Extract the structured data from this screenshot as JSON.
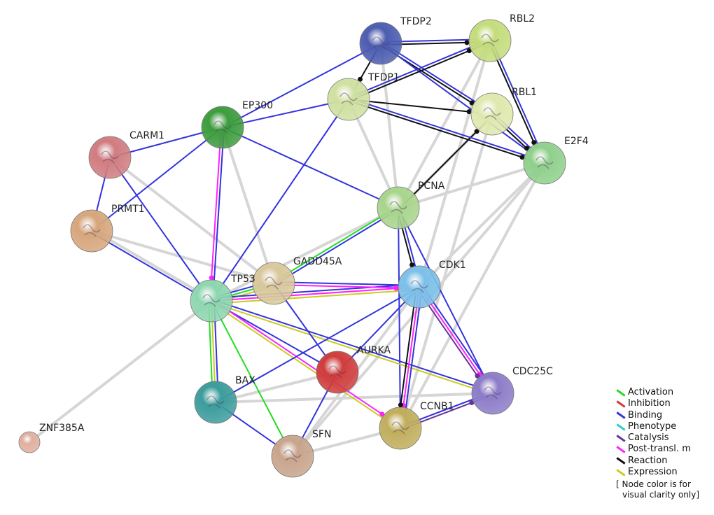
{
  "nodes": [
    {
      "id": "TFDP2",
      "color": "#4c5cb0"
    },
    {
      "id": "RBL2",
      "color": "#c4dc7c"
    },
    {
      "id": "TFDP1",
      "color": "#cfe0a0"
    },
    {
      "id": "RBL1",
      "color": "#dfe8ae"
    },
    {
      "id": "EP300",
      "color": "#3d9c3d"
    },
    {
      "id": "E2F4",
      "color": "#8fd08c"
    },
    {
      "id": "CARM1",
      "color": "#d07c80"
    },
    {
      "id": "PCNA",
      "color": "#a8d48c"
    },
    {
      "id": "PRMT1",
      "color": "#d6a67c"
    },
    {
      "id": "GADD45A",
      "color": "#d8c89c"
    },
    {
      "id": "TP53",
      "color": "#8ed6b0"
    },
    {
      "id": "CDK1",
      "color": "#7cc0e8"
    },
    {
      "id": "AURKA",
      "color": "#d03c3c"
    },
    {
      "id": "CDC25C",
      "color": "#8c7cc8"
    },
    {
      "id": "BAX",
      "color": "#3c9c9c"
    },
    {
      "id": "CCNB1",
      "color": "#c0ae5c"
    },
    {
      "id": "SFN",
      "color": "#c8a48c"
    },
    {
      "id": "ZNF385A",
      "color": "#e0b0a0"
    }
  ],
  "edge_colors": {
    "activation": "#22dd22",
    "inhibition": "#dd3333",
    "binding": "#3333dd",
    "phenotype": "#33cccc",
    "catalysis": "#663399",
    "posttransl": "#ff22ff",
    "reaction": "#111111",
    "expression": "#cccc22",
    "textmining": "#d6d6d6"
  },
  "edges": [
    [
      "ZNF385A",
      "TP53",
      "textmining"
    ],
    [
      "TP53",
      "PCNA",
      "textmining"
    ],
    [
      "PCNA",
      "TFDP2",
      "textmining"
    ],
    [
      "PCNA",
      "RBL2",
      "textmining"
    ],
    [
      "PCNA",
      "E2F4",
      "textmining"
    ],
    [
      "CARM1",
      "GADD45A",
      "textmining"
    ],
    [
      "PRMT1",
      "GADD45A",
      "textmining"
    ],
    [
      "EP300",
      "GADD45A",
      "textmining"
    ],
    [
      "SFN",
      "CCNB1",
      "textmining"
    ],
    [
      "SFN",
      "CDK1",
      "textmining"
    ],
    [
      "E2F4",
      "CCNB1",
      "textmining"
    ],
    [
      "E2F4",
      "CDK1",
      "textmining"
    ],
    [
      "RBL2",
      "CDK1",
      "textmining"
    ],
    [
      "BAX",
      "CDC25C",
      "textmining"
    ],
    [
      "BAX",
      "AURKA",
      "textmining"
    ],
    [
      "TFDP1",
      "PCNA",
      "textmining"
    ],
    [
      "RBL1",
      "PCNA",
      "textmining"
    ],
    [
      "PRMT1",
      "TP53",
      "textmining"
    ],
    [
      "E2F4",
      "SFN",
      "textmining"
    ],
    [
      "RBL1",
      "CCNB1",
      "textmining"
    ],
    [
      "TFDP2",
      "RBL2",
      "binding"
    ],
    [
      "TFDP2",
      "RBL2",
      "reaction"
    ],
    [
      "TFDP2",
      "RBL1",
      "binding"
    ],
    [
      "TFDP2",
      "RBL1",
      "reaction"
    ],
    [
      "TFDP2",
      "E2F4",
      "binding"
    ],
    [
      "TFDP2",
      "EP300",
      "binding"
    ],
    [
      "TFDP2",
      "TFDP1",
      "reaction"
    ],
    [
      "TFDP1",
      "RBL2",
      "binding"
    ],
    [
      "TFDP1",
      "RBL2",
      "reaction"
    ],
    [
      "TFDP1",
      "RBL1",
      "reaction"
    ],
    [
      "TFDP1",
      "E2F4",
      "binding"
    ],
    [
      "TFDP1",
      "E2F4",
      "reaction"
    ],
    [
      "TFDP1",
      "EP300",
      "binding"
    ],
    [
      "TFDP1",
      "TP53",
      "binding"
    ],
    [
      "RBL2",
      "E2F4",
      "binding"
    ],
    [
      "RBL2",
      "E2F4",
      "reaction"
    ],
    [
      "RBL1",
      "E2F4",
      "binding"
    ],
    [
      "RBL1",
      "E2F4",
      "reaction"
    ],
    [
      "PCNA",
      "RBL1",
      "reaction"
    ],
    [
      "EP300",
      "CARM1",
      "binding"
    ],
    [
      "EP300",
      "PRMT1",
      "binding"
    ],
    [
      "EP300",
      "TP53",
      "binding"
    ],
    [
      "EP300",
      "TP53",
      "posttransl"
    ],
    [
      "EP300",
      "PCNA",
      "binding"
    ],
    [
      "CARM1",
      "PRMT1",
      "binding"
    ],
    [
      "CARM1",
      "TP53",
      "binding"
    ],
    [
      "PRMT1",
      "TP53",
      "binding"
    ],
    [
      "PCNA",
      "CDK1",
      "binding"
    ],
    [
      "PCNA",
      "CDK1",
      "reaction"
    ],
    [
      "PCNA",
      "CCNB1",
      "binding"
    ],
    [
      "PCNA",
      "CDC25C",
      "binding"
    ],
    [
      "TP53",
      "GADD45A",
      "binding"
    ],
    [
      "TP53",
      "GADD45A",
      "activation"
    ],
    [
      "TP53",
      "GADD45A",
      "expression"
    ],
    [
      "TP53",
      "CDK1",
      "binding"
    ],
    [
      "TP53",
      "CDK1",
      "posttransl"
    ],
    [
      "TP53",
      "CDK1",
      "expression"
    ],
    [
      "TP53",
      "AURKA",
      "binding"
    ],
    [
      "TP53",
      "BAX",
      "binding"
    ],
    [
      "TP53",
      "BAX",
      "expression"
    ],
    [
      "TP53",
      "BAX",
      "activation"
    ],
    [
      "TP53",
      "CDC25C",
      "binding"
    ],
    [
      "TP53",
      "CDC25C",
      "expression"
    ],
    [
      "TP53",
      "CCNB1",
      "posttransl"
    ],
    [
      "TP53",
      "CCNB1",
      "expression"
    ],
    [
      "TP53",
      "SFN",
      "activation"
    ],
    [
      "GADD45A",
      "CDK1",
      "binding"
    ],
    [
      "GADD45A",
      "CDK1",
      "posttransl"
    ],
    [
      "GADD45A",
      "AURKA",
      "binding"
    ],
    [
      "GADD45A",
      "PCNA",
      "activation"
    ],
    [
      "GADD45A",
      "PCNA",
      "binding"
    ],
    [
      "CDK1",
      "BAX",
      "binding"
    ],
    [
      "CDK1",
      "AURKA",
      "binding"
    ],
    [
      "CDK1",
      "CCNB1",
      "binding"
    ],
    [
      "CDK1",
      "CCNB1",
      "posttransl"
    ],
    [
      "CDK1",
      "CCNB1",
      "reaction"
    ],
    [
      "CDK1",
      "CDC25C",
      "binding"
    ],
    [
      "CDK1",
      "CDC25C",
      "posttransl"
    ],
    [
      "CDK1",
      "CDC25C",
      "catalysis"
    ],
    [
      "AURKA",
      "SFN",
      "binding"
    ],
    [
      "BAX",
      "SFN",
      "binding"
    ],
    [
      "CCNB1",
      "CDC25C",
      "binding"
    ],
    [
      "CCNB1",
      "CDC25C",
      "catalysis"
    ]
  ],
  "legend": {
    "items": [
      {
        "label": "Activation",
        "key": "activation"
      },
      {
        "label": "Inhibition",
        "key": "inhibition"
      },
      {
        "label": "Binding",
        "key": "binding"
      },
      {
        "label": "Phenotype",
        "key": "phenotype"
      },
      {
        "label": "Catalysis",
        "key": "catalysis"
      },
      {
        "label": "Post-transl. m",
        "key": "posttransl"
      },
      {
        "label": "Reaction",
        "key": "reaction"
      },
      {
        "label": "Expression",
        "key": "expression"
      }
    ],
    "note_line1": "[ Node color is for",
    "note_line2": "visual clarity only]"
  }
}
